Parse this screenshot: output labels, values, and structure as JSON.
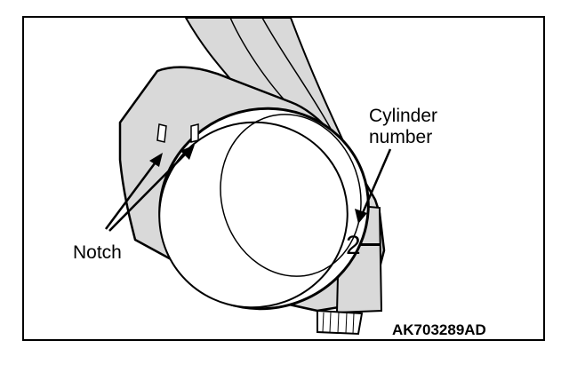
{
  "labels": {
    "cylinder_line1": "Cylinder",
    "cylinder_line2": "number",
    "notch": "Notch",
    "stamp_number": "2"
  },
  "figure_code": "AK703289AD",
  "colors": {
    "line": "#000000",
    "shade": "#d9d9d9",
    "background": "#ffffff"
  }
}
